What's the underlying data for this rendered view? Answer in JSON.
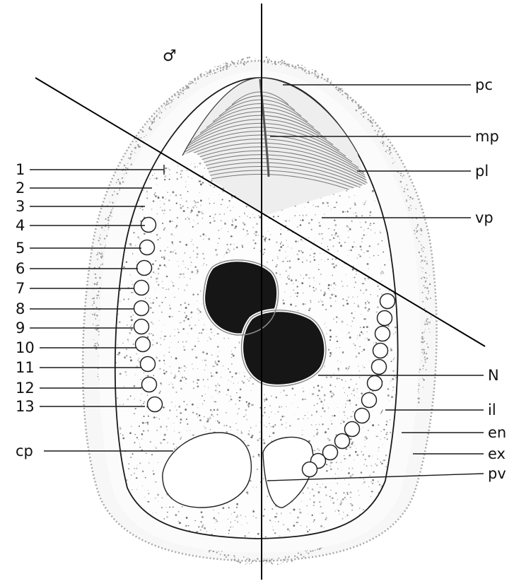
{
  "figure": {
    "sex_symbol": "♂",
    "left_labels": [
      "1",
      "2",
      "3",
      "4",
      "5",
      "6",
      "7",
      "8",
      "9",
      "10",
      "11",
      "12",
      "13",
      "cp"
    ],
    "right_labels": [
      "pc",
      "mp",
      "pl",
      "vp",
      "N",
      "il",
      "en",
      "ex",
      "pv"
    ],
    "colors": {
      "ink": "#111111",
      "exine_dots": "#9a9a9a",
      "stipple": "#3a3a3a",
      "nucleus": "#141414"
    }
  }
}
